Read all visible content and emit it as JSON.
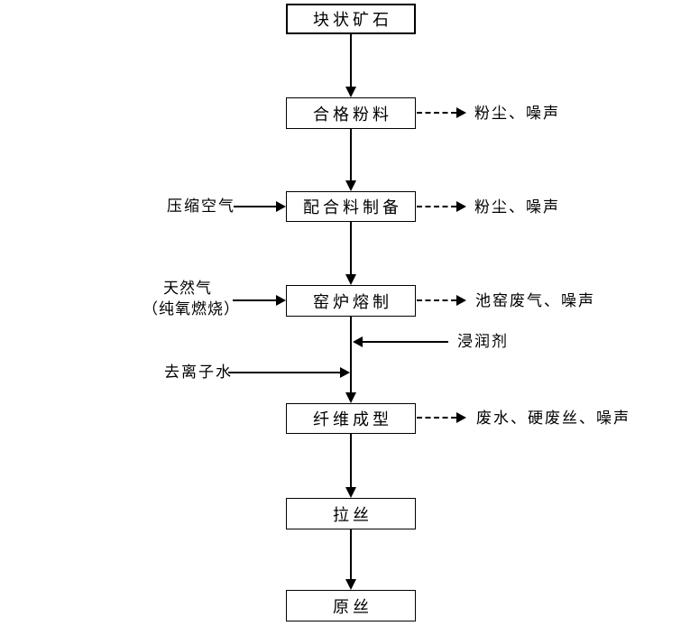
{
  "diagram": {
    "type": "flowchart",
    "language": "zh-CN",
    "background": "#ffffff",
    "colors": {
      "line": "#000000",
      "box_border": "#000000",
      "text": "#000000"
    },
    "nodes": [
      {
        "label": "块状矿石"
      },
      {
        "label": "合格粉料"
      },
      {
        "label": "配合料制备"
      },
      {
        "label": "窑炉熔制"
      },
      {
        "label": "纤维成型"
      },
      {
        "label": "拉丝"
      },
      {
        "label": "原丝"
      }
    ],
    "main_flow": [
      "块状矿石",
      "合格粉料",
      "配合料制备",
      "窑炉熔制",
      "纤维成型",
      "拉丝",
      "原丝"
    ],
    "inputs": [
      {
        "label": "压缩空气",
        "into": "配合料制备",
        "side": "left",
        "line_style": "solid"
      },
      {
        "line1": "天然气",
        "line2": "（纯氧燃烧）",
        "into": "窑炉熔制",
        "side": "left",
        "line_style": "solid"
      },
      {
        "label": "浸润剂",
        "into": "纤维成型",
        "side": "right",
        "line_style": "solid"
      },
      {
        "label": "去离子水",
        "into": "纤维成型",
        "side": "left",
        "line_style": "solid"
      }
    ],
    "emissions": [
      {
        "label": "粉尘、噪声",
        "from": "合格粉料",
        "side": "right",
        "line_style": "dashed"
      },
      {
        "label": "粉尘、噪声",
        "from": "配合料制备",
        "side": "right",
        "line_style": "dashed"
      },
      {
        "label": "池窑废气、噪声",
        "from": "窑炉熔制",
        "side": "right",
        "line_style": "dashed"
      },
      {
        "label": "废水、硬废丝、噪声",
        "from": "纤维成型",
        "side": "right",
        "line_style": "dashed"
      }
    ]
  }
}
